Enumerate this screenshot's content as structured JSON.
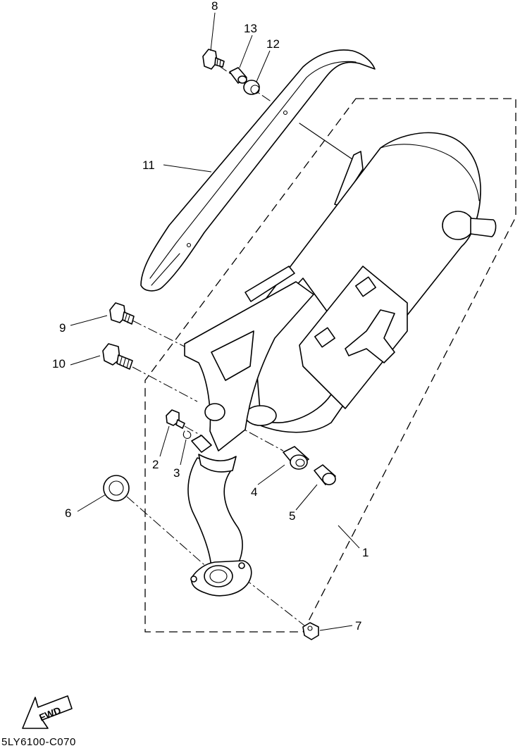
{
  "diagram": {
    "catalog_code": "5LY6100-C070",
    "fwd_label": "FWD",
    "parts": [
      {
        "number": "1",
        "name": "muffler-assembly"
      },
      {
        "number": "2",
        "name": "bolt"
      },
      {
        "number": "3",
        "name": "lock-washer"
      },
      {
        "number": "4",
        "name": "damper"
      },
      {
        "number": "5",
        "name": "collar"
      },
      {
        "number": "6",
        "name": "gasket"
      },
      {
        "number": "7",
        "name": "nut"
      },
      {
        "number": "8",
        "name": "screw"
      },
      {
        "number": "9",
        "name": "bolt"
      },
      {
        "number": "10",
        "name": "bolt"
      },
      {
        "number": "11",
        "name": "protector"
      },
      {
        "number": "12",
        "name": "grommet"
      },
      {
        "number": "13",
        "name": "collar"
      }
    ]
  }
}
